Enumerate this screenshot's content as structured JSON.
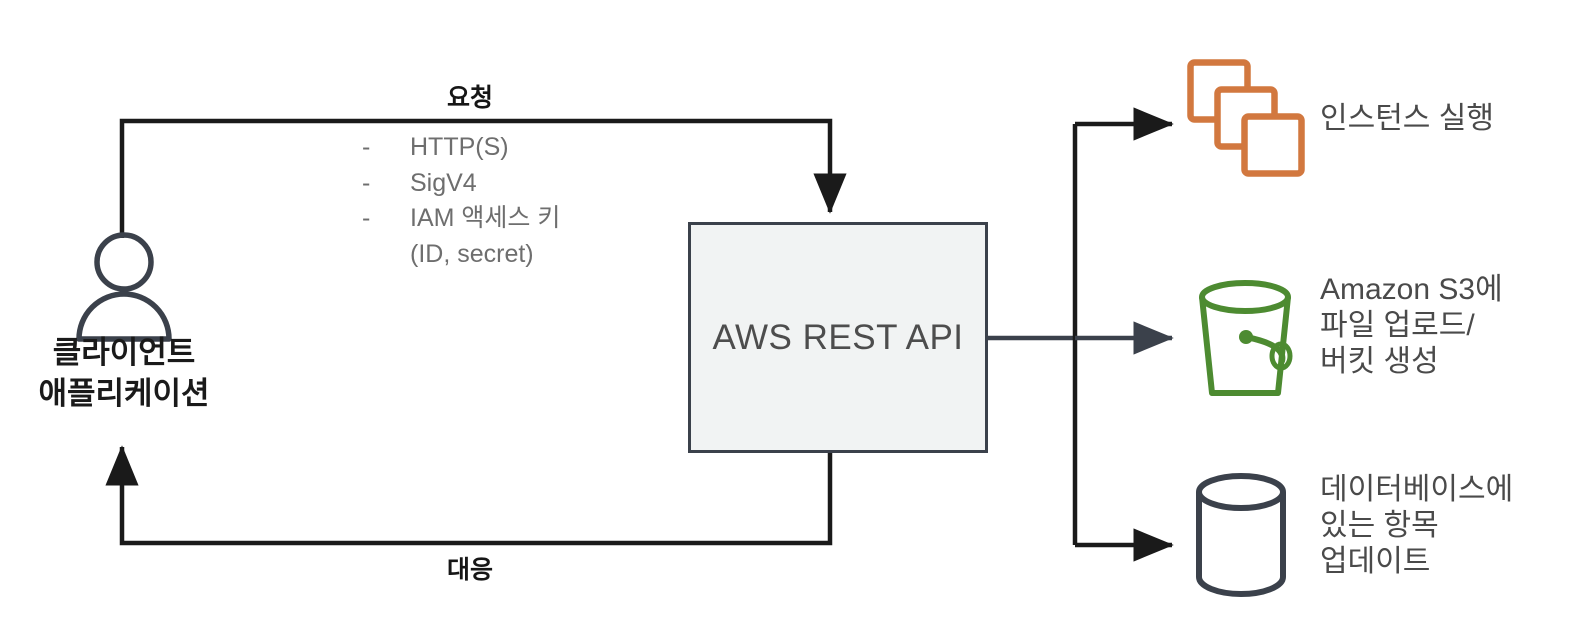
{
  "diagram": {
    "title": "AWS REST API request/response flow",
    "background": "#ffffff",
    "colors": {
      "line": "#1a1a1a",
      "box_fill": "#f1f3f3",
      "box_stroke": "#3b414b",
      "ec2_orange": "#d2783f",
      "s3_green": "#4d8b31",
      "db_slate": "#3b414b",
      "muted_text": "#6e6e6e",
      "label_text": "#4a4a4a"
    }
  },
  "client": {
    "icon": "person-icon",
    "label_line1": "클라이언트",
    "label_line2": "애플리케이션"
  },
  "request": {
    "title": "요청",
    "bullets": [
      {
        "marker": "-",
        "text": "HTTP(S)"
      },
      {
        "marker": "-",
        "text": "SigV4"
      },
      {
        "marker": "-",
        "text": "IAM 액세스 키"
      }
    ],
    "sub_note": "(ID, secret)"
  },
  "response": {
    "title": "대응"
  },
  "api": {
    "label": "AWS REST API"
  },
  "targets": [
    {
      "id": "ec2",
      "icon": "instances-icon",
      "color": "#d2783f",
      "label_lines": [
        "인스턴스 실행"
      ]
    },
    {
      "id": "s3",
      "icon": "bucket-icon",
      "color": "#4d8b31",
      "label_lines": [
        "Amazon S3에",
        "파일 업로드/",
        "버킷 생성"
      ]
    },
    {
      "id": "db",
      "icon": "database-cylinder-icon",
      "color": "#3b414b",
      "label_lines": [
        "데이터베이스에",
        "있는 항목",
        "업데이트"
      ]
    }
  ]
}
